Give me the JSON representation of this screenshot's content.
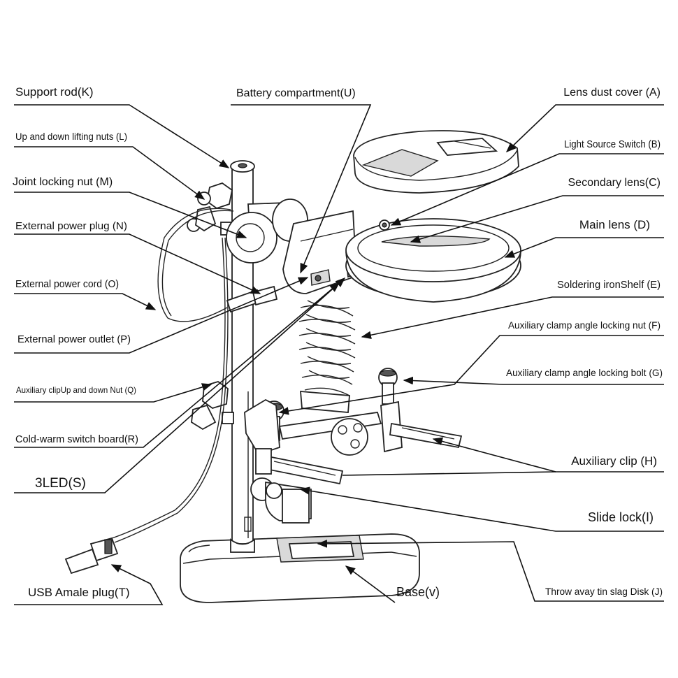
{
  "labels": {
    "K": "Support rod(K)",
    "L": "Up and down lifting nuts (L)",
    "M": "Joint locking nut (M)",
    "N": "External power plug (N)",
    "O": "External power cord (O)",
    "P": "External power outlet (P)",
    "Q": "Auxiliary clipUp and down Nut (Q)",
    "R": "Cold-warm switch board(R)",
    "S": "3LED(S)",
    "T": "USB  Amale plug(T)",
    "U": "Battery compartment(U)",
    "A": "Lens dust cover (A)",
    "B": "Light Source Switch (B)",
    "C": "Secondary lens(C)",
    "D": "Main lens (D)",
    "E": "Soldering ironShelf (E)",
    "F": "Auxiliary clamp angle locking nut (F)",
    "G": "Auxiliary clamp angle locking bolt (G)",
    "H": "Auxiliary clip (H)",
    "I": "Slide lock(I)",
    "J": "Throw avay tin slag Disk (J)",
    "V": "Base(v)"
  },
  "colors": {
    "ink": "#111111",
    "background": "#ffffff",
    "shade": "#d9d9d9"
  }
}
